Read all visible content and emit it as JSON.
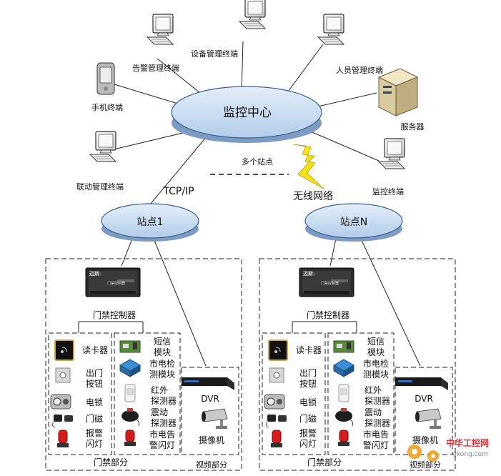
{
  "center": {
    "label": "监控中心"
  },
  "terminals": {
    "alarm": "告警管理终端",
    "device": "设备管理终端",
    "personnel": "人员管理终端",
    "mobile": "手机终端",
    "server": "服务器",
    "linkage": "联动管理终端",
    "monitor": "监控终端"
  },
  "links": {
    "multi_site": "多个站点",
    "tcpip": "TCP/IP",
    "wireless": "无线网络"
  },
  "site1": {
    "label": "站点1",
    "controller": "门禁控制器",
    "controller_brand": "迈斯",
    "controller_panel": "门禁控制器",
    "left_items": [
      "读卡器",
      "出门\n按钮",
      "电锁",
      "门磁",
      "报警\n闪灯"
    ],
    "right_items": [
      "短信\n模块",
      "市电检\n测模块",
      "红外\n探测器",
      "震动\n探测器",
      "市电告\n警闪灯"
    ],
    "dvr": "DVR",
    "camera": "摄像机",
    "access_part": "门禁部分",
    "video_part": "视频部分"
  },
  "siteN": {
    "label": "站点N",
    "controller": "门禁控制器",
    "controller_brand": "迈斯",
    "controller_panel": "门禁控制器",
    "left_items": [
      "读卡器",
      "出门\n按钮",
      "电锁",
      "门磁",
      "报警\n闪灯"
    ],
    "right_items": [
      "短信\n模块",
      "市电检\n测模块",
      "红外\n探测器",
      "震动\n探测器",
      "市电告\n警闪灯"
    ],
    "dvr": "DVR",
    "camera": "摄像机",
    "access_part": "门禁部分",
    "video_part": "视频部分"
  },
  "watermark": {
    "text": "中华工控网",
    "url": "gkong.com"
  },
  "colors": {
    "ellipse_fill": "#c9dcf2",
    "ellipse_stroke": "#3a5f8a",
    "bolt": "#f5e21c"
  }
}
